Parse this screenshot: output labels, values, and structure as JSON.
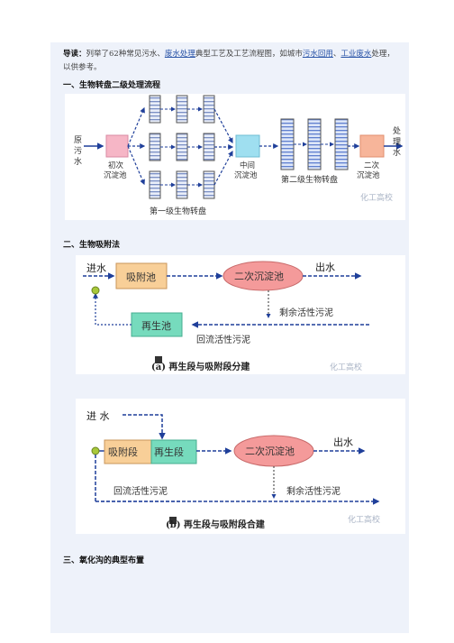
{
  "intro": {
    "lead": "导读：",
    "t1": "列举了62种常见污水、",
    "link1": "废水处理",
    "t2": "典型工艺及工艺流程图，如城市",
    "link2": "污水回用",
    "t3": "、",
    "link3": "工业废水",
    "t4": "处理，",
    "t5": "以供参考。"
  },
  "section1": {
    "heading": "一、生物转盘二级处理流程",
    "raw_water": [
      "原",
      "污",
      "水"
    ],
    "primary": [
      "初次",
      "沉淀池"
    ],
    "middle": [
      "中间",
      "沉淀池"
    ],
    "stage1": "第一级生物转盘",
    "stage2": "第二级生物转盘",
    "secondary": [
      "二次",
      "沉淀池"
    ],
    "treated": [
      "处",
      "理",
      "水"
    ],
    "watermark": "化工高校"
  },
  "section2": {
    "heading": "二、生物吸附法",
    "a": {
      "inflow": "进水",
      "adsorb": "吸附池",
      "clarifier": "二次沉淀池",
      "outflow": "出水",
      "excess": "剩余活性污泥",
      "regen": "再生池",
      "return": "回流活性污泥",
      "caption": "(a) 再生段与吸附段分建",
      "watermark": "化工高校"
    },
    "b": {
      "inflow": "进 水",
      "adsorb": "吸附段",
      "regen": "再生段",
      "clarifier": "二次沉淀池",
      "outflow": "出水",
      "return": "回流活性污泥",
      "excess": "剩余活性污泥",
      "caption": "(b) 再生段与吸附段合建",
      "watermark": "化工高校"
    }
  },
  "section3": {
    "heading": "三、氧化沟的典型布置"
  },
  "colors": {
    "arrow": "#1f3f9a",
    "pink_box": "#f6b6c6",
    "cyan_box": "#9fdff0",
    "orange_box": "#f7b59a",
    "ellipse": "#f49a9a",
    "tan_box": "#f8cf98",
    "green_box": "#76dbbd",
    "node": "#a8c83a"
  }
}
